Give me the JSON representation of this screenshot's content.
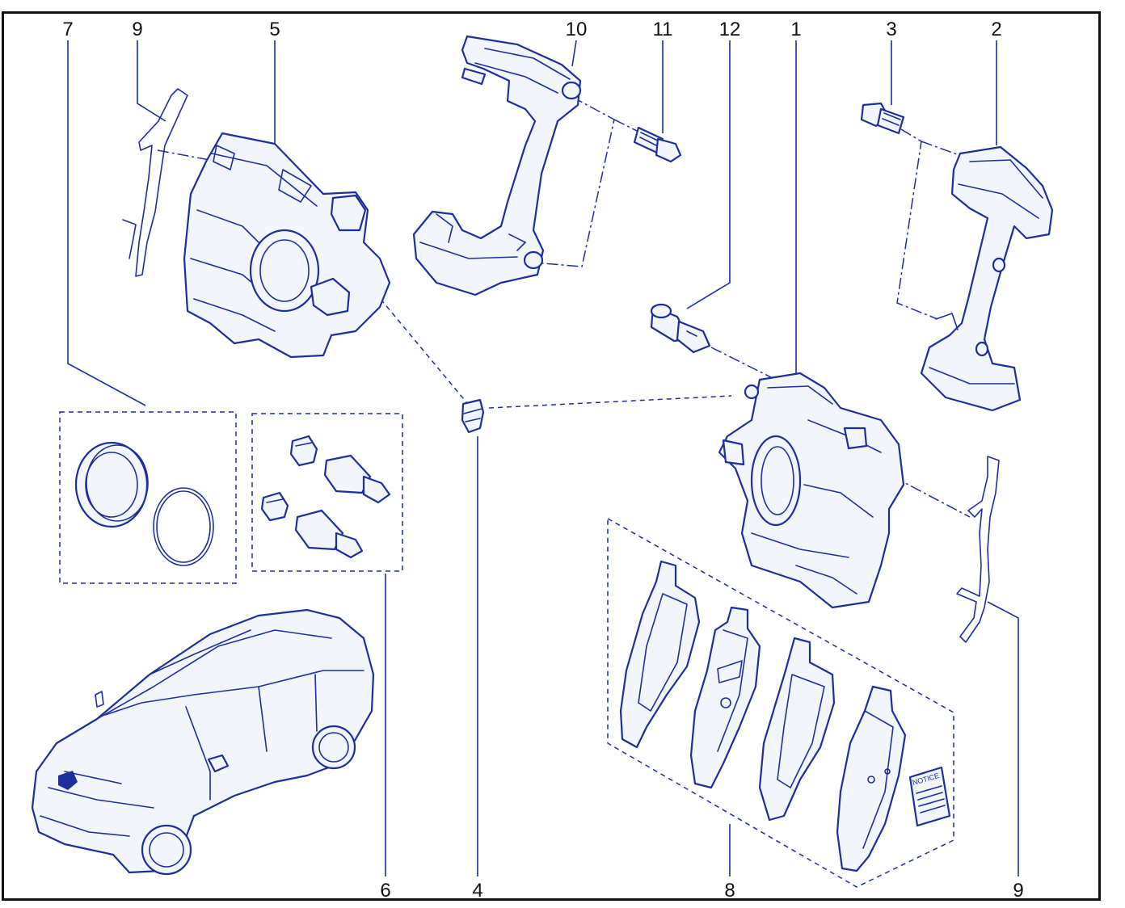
{
  "callouts": {
    "c7": "7",
    "c9_top": "9",
    "c5": "5",
    "c10": "10",
    "c11": "11",
    "c12": "12",
    "c1": "1",
    "c3": "3",
    "c2": "2",
    "c6": "6",
    "c4": "4",
    "c8": "8",
    "c9_bottom": "9"
  },
  "notice_label": "NOTICE",
  "colors": {
    "line": "#1c2f9c",
    "text": "#111111",
    "frame": "#111111"
  }
}
